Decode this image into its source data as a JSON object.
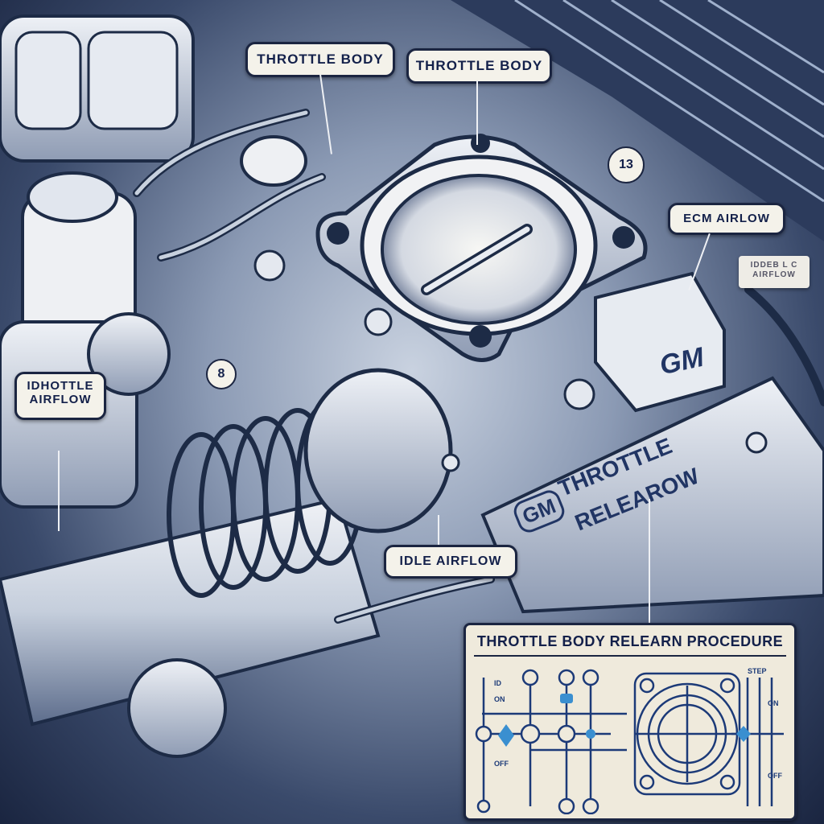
{
  "illustration": {
    "subject": "Engine bay with throttle body (blueprint-style illustration)",
    "palette": {
      "ink": "#13204a",
      "paper": "#f4f2ea",
      "metal_light": "#dfe4ec",
      "metal_mid": "#8b9ab4",
      "shadow": "#1d2b46",
      "accent_blue": "#3a8fd0"
    }
  },
  "callouts": {
    "throttle_body_left": "THROTTLE BODY",
    "throttle_body_right": "THROTTLE BODY",
    "ecm_airflow": "ECM AIRLOW",
    "blurred_label_line1": "IDDEB L C",
    "blurred_label_line2": "AIRFLOW",
    "idhottle_airflow_line1": "IDHOTTLE",
    "idhottle_airflow_line2": "AIRFLOW",
    "idle_airflow": "IDLE AIRFLOW"
  },
  "numbers": {
    "marker_top_right": "13",
    "marker_mid_left": "8"
  },
  "engine_markings": {
    "gm_badge_sensor": "GM",
    "gm_badge_cover": "GM",
    "cover_text_line1": "THROTTLE",
    "cover_text_line2": "RELEAROW"
  },
  "procedure_panel": {
    "title": "THROTTLE BODY RELEARN PROCEDURE",
    "diagram_labels": [
      "ID",
      "ON",
      "OFF",
      "ON",
      "OFF",
      "STEP"
    ]
  }
}
